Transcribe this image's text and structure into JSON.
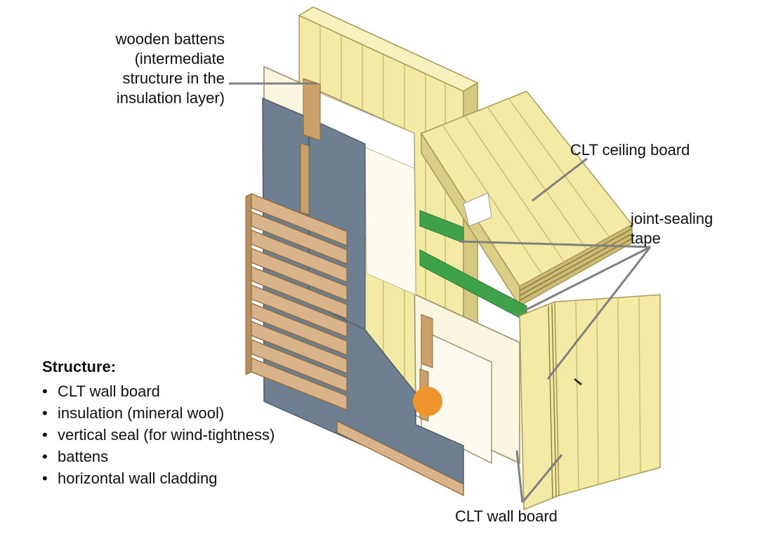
{
  "labels": {
    "wooden_battens": [
      "wooden battens",
      "(intermediate",
      "structure in the",
      "insulation layer)"
    ],
    "ceiling_board": "CLT ceiling board",
    "joint_tape": [
      "joint-sealing",
      "tape"
    ],
    "wall_board": "CLT wall board"
  },
  "structure": {
    "title": "Structure:",
    "items": [
      "CLT wall board",
      "insulation (mineral wool)",
      "vertical seal (for wind-tightness)",
      "battens",
      "horizontal wall cladding"
    ]
  },
  "colors": {
    "clt_wood": "#f3eaa6",
    "clt_edge": "#c7b86c",
    "insulation": "#fbf6df",
    "vertical_seal": "#6d7f90",
    "battens": "#caa06b",
    "cladding": "#d9b48a",
    "joint_tape": "#3fa14a",
    "marker": "#f0952e",
    "leader_line": "#808080"
  }
}
